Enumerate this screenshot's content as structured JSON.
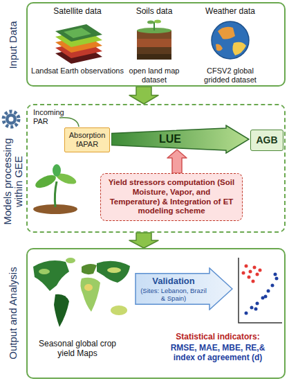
{
  "diagram": {
    "nodes": [
      {
        "text": [
          "Input Data"
        ]
      },
      {
        "text": [
          "Models processing within GEE"
        ]
      },
      {
        "text": [
          "Absorption fAPAR"
        ],
        "in": 1
      },
      {
        "text": [
          "LUE"
        ],
        "in": 1
      },
      {
        "text": [
          "AGB"
        ],
        "in": 1
      },
      {
        "text": [
          "Yield stressors computation (Soil Moisture, Vapor, and Temperature) & Integration of ET modeling scheme"
        ],
        "in": 1
      },
      {
        "text": [
          "Output and Analysis"
        ]
      },
      {
        "text": [
          "Validation",
          "(Sites: Lebanon, Brazil & Spain)"
        ],
        "in": 6
      }
    ],
    "edges": [
      {
        "from": 0,
        "to": 1,
        "arrow": "to"
      },
      {
        "from": 1,
        "to": 6,
        "arrow": "to"
      },
      {
        "from": 5,
        "to": 3,
        "arrow": "to"
      }
    ],
    "labels": [
      "Satellite data",
      "Soils data",
      "Weather data",
      "Landsat Earth observations",
      "open land map dataset",
      "CFSV2 global gridded dataset",
      "Incoming PAR",
      "Seasonal global crop yield Maps",
      "Statistical indicators:",
      "RMSE, MAE, MBE, RE,& index of agreement (d)"
    ]
  }
}
